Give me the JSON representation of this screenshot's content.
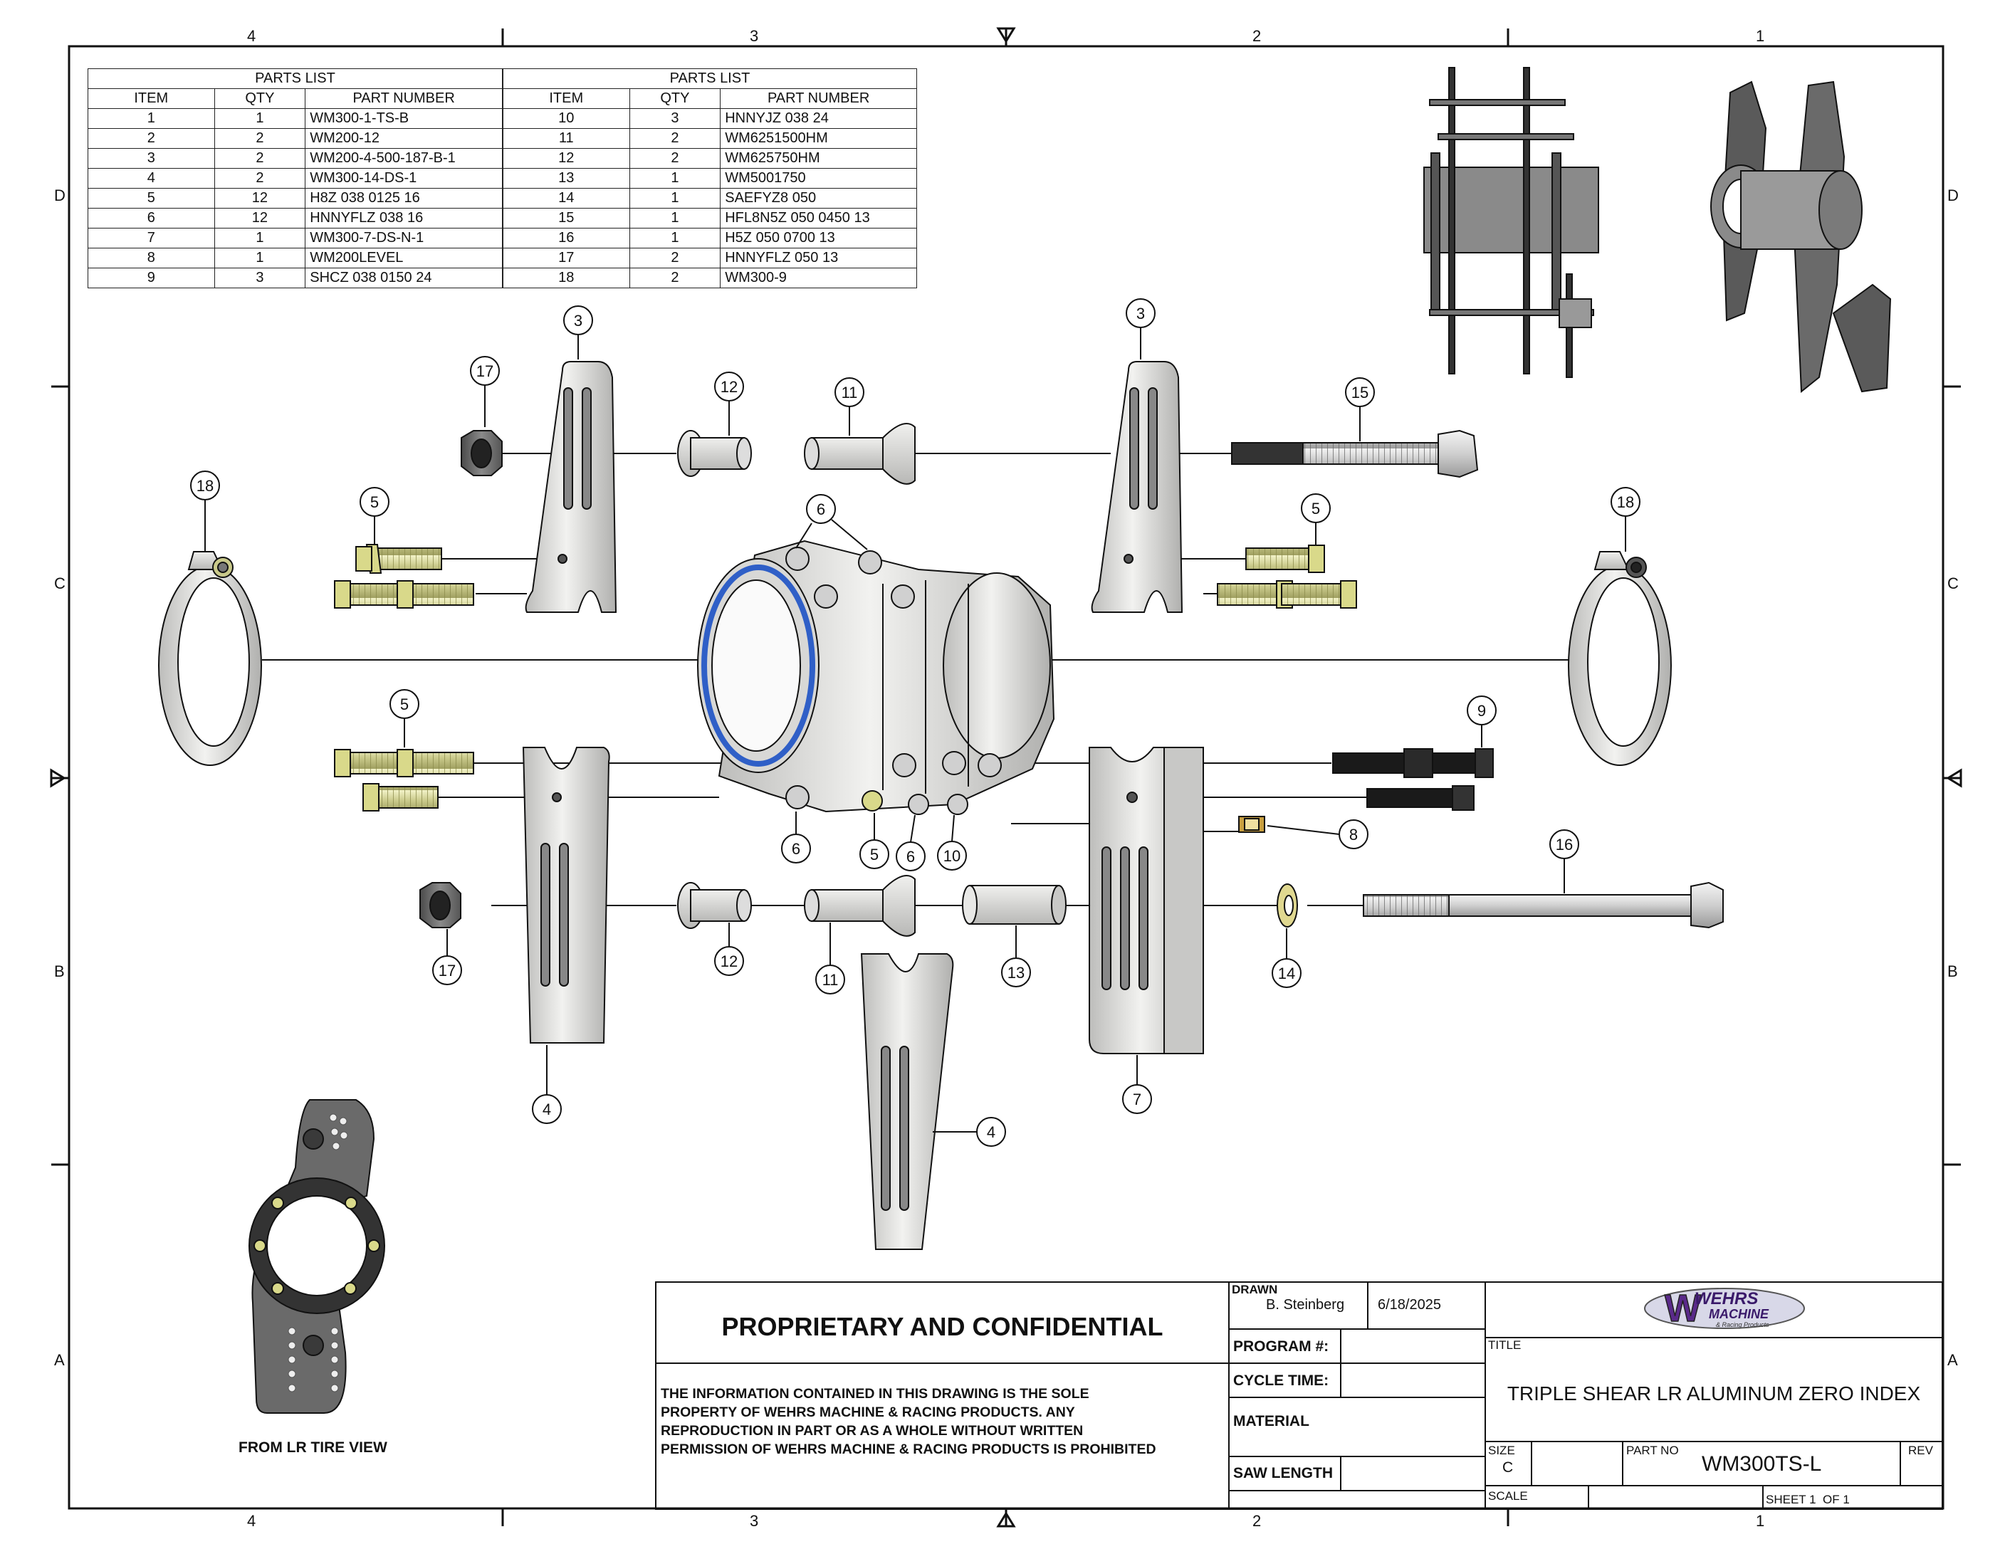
{
  "zones": {
    "columns": [
      "4",
      "3",
      "2",
      "1"
    ],
    "rows": [
      "D",
      "C",
      "B",
      "A"
    ]
  },
  "parts_list_left": {
    "caption": "PARTS LIST",
    "headers": [
      "ITEM",
      "QTY",
      "PART NUMBER"
    ],
    "rows": [
      [
        "1",
        "1",
        "WM300-1-TS-B"
      ],
      [
        "2",
        "2",
        "WM200-12"
      ],
      [
        "3",
        "2",
        "WM200-4-500-187-B-1"
      ],
      [
        "4",
        "2",
        "WM300-14-DS-1"
      ],
      [
        "5",
        "12",
        "H8Z 038 0125 16"
      ],
      [
        "6",
        "12",
        "HNNYFLZ 038 16"
      ],
      [
        "7",
        "1",
        "WM300-7-DS-N-1"
      ],
      [
        "8",
        "1",
        "WM200LEVEL"
      ],
      [
        "9",
        "3",
        "SHCZ 038 0150 24"
      ]
    ]
  },
  "parts_list_right": {
    "caption": "PARTS LIST",
    "headers": [
      "ITEM",
      "QTY",
      "PART NUMBER"
    ],
    "rows": [
      [
        "10",
        "3",
        "HNNYJZ 038 24"
      ],
      [
        "11",
        "2",
        "WM6251500HM"
      ],
      [
        "12",
        "2",
        "WM625750HM"
      ],
      [
        "13",
        "1",
        "WM5001750"
      ],
      [
        "14",
        "1",
        "SAEFYZ8 050"
      ],
      [
        "15",
        "1",
        "HFL8N5Z 050 0450 13"
      ],
      [
        "16",
        "1",
        "H5Z 050 0700 13"
      ],
      [
        "17",
        "2",
        "HNNYFLZ 050 13"
      ],
      [
        "18",
        "2",
        "WM300-9"
      ]
    ]
  },
  "balloons": [
    "3",
    "17",
    "12",
    "11",
    "3",
    "15",
    "18",
    "5",
    "6",
    "5",
    "18",
    "5",
    "9",
    "6",
    "5",
    "6",
    "10",
    "8",
    "16",
    "17",
    "12",
    "11",
    "13",
    "14",
    "4",
    "7",
    "4"
  ],
  "view_label": "FROM LR TIRE VIEW",
  "title_block": {
    "confidential_title": "PROPRIETARY AND CONFIDENTIAL",
    "confidential_body": [
      "THE INFORMATION CONTAINED IN THIS DRAWING IS THE SOLE",
      "PROPERTY OF WEHRS MACHINE & RACING PRODUCTS. ANY",
      "REPRODUCTION IN PART OR AS A WHOLE WITHOUT WRITTEN",
      "PERMISSION OF WEHRS MACHINE & RACING PRODUCTS IS PROHIBITED"
    ],
    "drawn_label": "DRAWN",
    "drawn_by": "B. Steinberg",
    "drawn_date": "6/18/2025",
    "program_label": "PROGRAM #:",
    "cycle_label": "CYCLE TIME:",
    "material_label": "MATERIAL",
    "saw_label": "SAW LENGTH",
    "logo_line1": "WEHRS",
    "logo_line2": "MACHINE",
    "logo_line3": "& Racing Products",
    "title_label": "TITLE",
    "title": "TRIPLE SHEAR LR ALUMINUM ZERO INDEX",
    "size_label": "SIZE",
    "size": "C",
    "partno_label": "PART NO",
    "partno": "WM300TS-L",
    "rev_label": "REV",
    "scale_label": "SCALE",
    "sheet_label": "SHEET",
    "sheet_no": "1",
    "of_label": "OF",
    "sheet_total": "1"
  },
  "colors": {
    "line": "#111111",
    "aluminum": "#d8d8d6",
    "aluminum_dark": "#a9a9a6",
    "bolt_yellow": "#d9d98a",
    "bearing_blue": "#2f5fc7",
    "black_bolt": "#1a1a1a",
    "dark_part": "#6a6a6a"
  }
}
